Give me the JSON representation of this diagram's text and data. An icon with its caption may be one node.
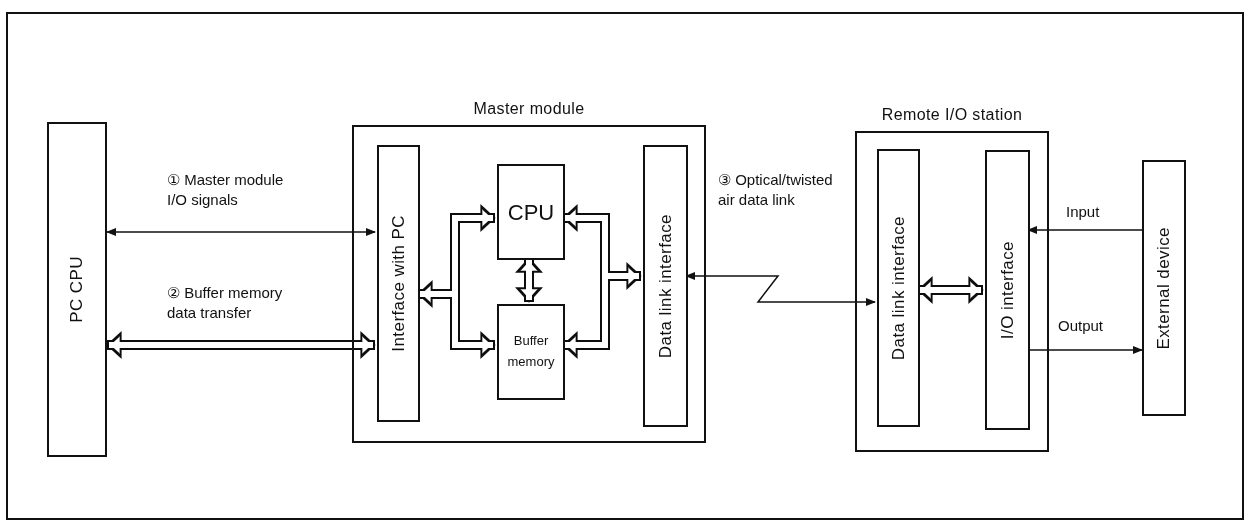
{
  "diagram": {
    "nodes": [
      {
        "text": [
          "PC CPU"
        ]
      },
      {
        "text": [
          "Master module"
        ]
      },
      {
        "text": [
          "Interface with PC"
        ],
        "in": 1
      },
      {
        "text": [
          "CPU"
        ],
        "in": 1
      },
      {
        "text": [
          "Buffer memory"
        ],
        "in": 1
      },
      {
        "text": [
          "Data link interface"
        ],
        "in": 1
      },
      {
        "text": [
          "Remote I/O station"
        ]
      },
      {
        "text": [
          "Data link interface"
        ],
        "in": 6
      },
      {
        "text": [
          "I/O interface"
        ],
        "in": 6
      },
      {
        "text": [
          "External device"
        ]
      }
    ],
    "edges": [
      {
        "from": 0,
        "to": 2,
        "arrow": "both",
        "label": "① Master module I/O signals"
      },
      {
        "from": 0,
        "to": 2,
        "arrow": "both",
        "label": "② Buffer memory data transfer"
      },
      {
        "from": 2,
        "to": 3,
        "arrow": "both"
      },
      {
        "from": 2,
        "to": 4,
        "arrow": "both"
      },
      {
        "from": 3,
        "to": 4,
        "arrow": "both"
      },
      {
        "from": 3,
        "to": 5,
        "arrow": "both"
      },
      {
        "from": 4,
        "to": 5,
        "arrow": "both"
      },
      {
        "from": 5,
        "to": 7,
        "arrow": "both",
        "label": "③ Optical/twisted air data link"
      },
      {
        "from": 7,
        "to": 8,
        "arrow": "both"
      },
      {
        "from": 9,
        "to": 8,
        "arrow": "to",
        "label": "Input"
      },
      {
        "from": 8,
        "to": 9,
        "arrow": "to",
        "label": "Output"
      }
    ]
  }
}
